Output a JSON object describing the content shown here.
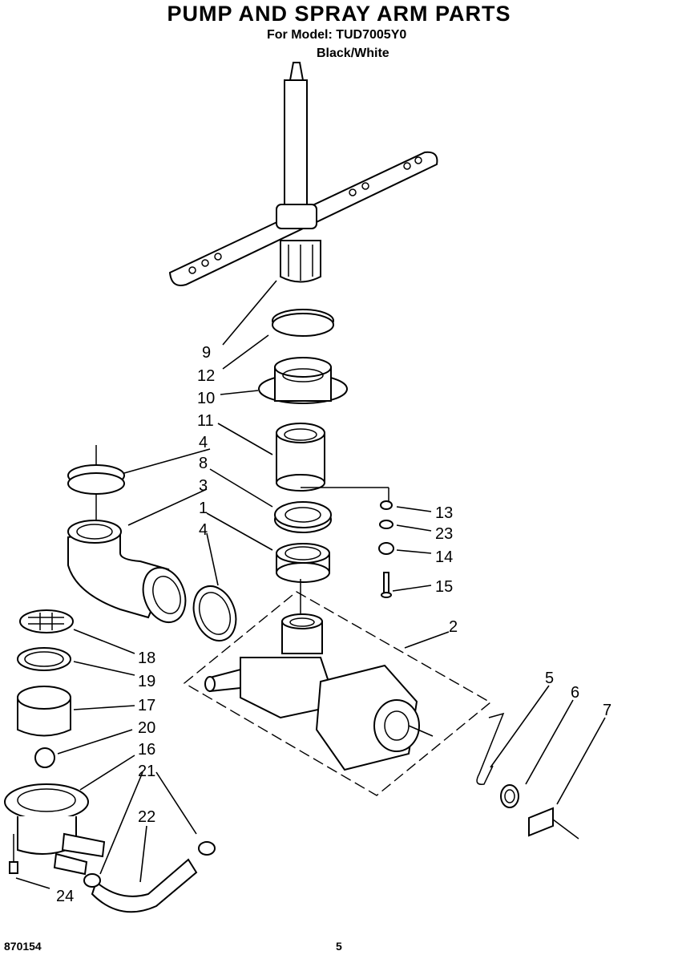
{
  "header": {
    "title": "PUMP AND SPRAY ARM PARTS",
    "model_line": "For Model: TUD7005Y0",
    "color_line": "Black/White"
  },
  "footer": {
    "doc_number": "870154",
    "page_number": "5"
  },
  "callouts": [
    "9",
    "12",
    "10",
    "11",
    "4",
    "8",
    "3",
    "1",
    "4",
    "13",
    "23",
    "14",
    "15",
    "2",
    "5",
    "6",
    "7",
    "18",
    "19",
    "17",
    "20",
    "16",
    "21",
    "22",
    "24"
  ]
}
